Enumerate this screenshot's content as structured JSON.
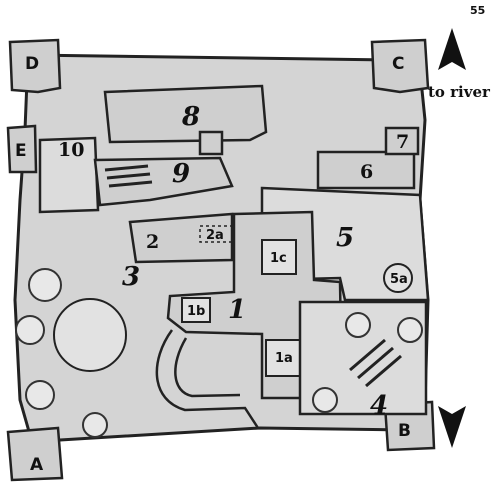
{
  "page_number": "55",
  "river_label": "to river",
  "corners": {
    "a": "A",
    "b": "B",
    "c": "C",
    "d": "D",
    "e": "E"
  },
  "areas": {
    "a1": "1",
    "a1a": "1a",
    "a1b": "1b",
    "a1c": "1c",
    "a2": "2",
    "a2a": "2a",
    "a3": "3",
    "a4": "4",
    "a5": "5",
    "a5a": "5a",
    "a6": "6",
    "a7": "7",
    "a8": "8",
    "a9": "9",
    "a10": "10"
  },
  "icons": {
    "north": "north-arrow-icon",
    "south": "south-arrow-icon"
  }
}
